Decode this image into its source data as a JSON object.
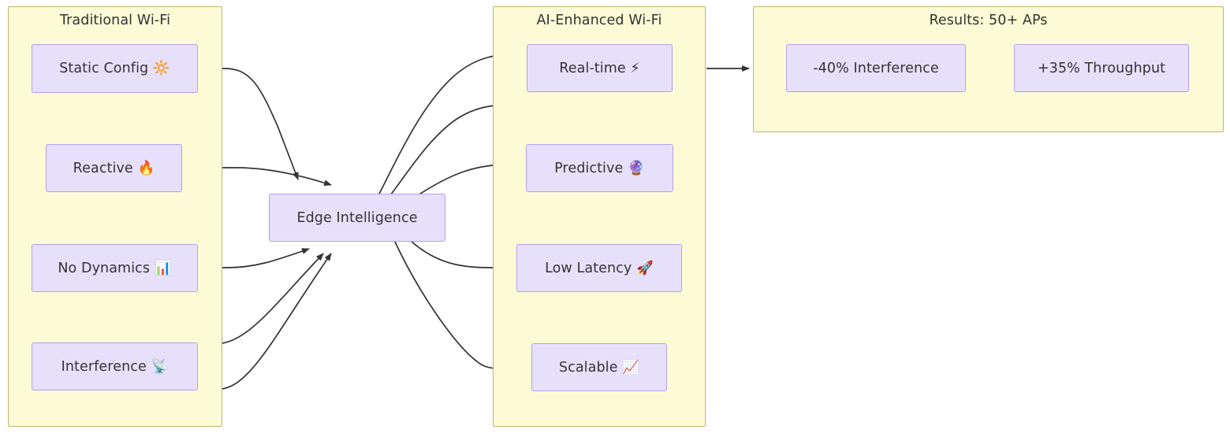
{
  "diagram": {
    "type": "flowchart",
    "background": "#ffffff",
    "cluster_fill": "#fcfbd6",
    "cluster_stroke": "#bdb76b",
    "node_fill": "#e6e0fa",
    "node_stroke": "#b3a0e6",
    "edge_stroke": "#333333",
    "text_color": "#333333"
  },
  "clusters": {
    "traditional": {
      "title": "Traditional Wi-Fi"
    },
    "ai": {
      "title": "AI-Enhanced Wi-Fi"
    },
    "results": {
      "title": "Results: 50+ APs"
    }
  },
  "nodes": {
    "static_config": {
      "label": "Static Config 🔆"
    },
    "reactive": {
      "label": "Reactive 🔥"
    },
    "no_dynamics": {
      "label": "No Dynamics 📊"
    },
    "interference": {
      "label": "Interference 📡"
    },
    "edge_intelligence": {
      "label": "Edge Intelligence"
    },
    "realtime": {
      "label": "Real-time ⚡"
    },
    "predictive": {
      "label": "Predictive 🔮"
    },
    "low_latency": {
      "label": "Low Latency 🚀"
    },
    "scalable": {
      "label": "Scalable 📈"
    },
    "interference_result": {
      "label": "-40% Interference"
    },
    "throughput_result": {
      "label": "+35% Throughput"
    }
  },
  "edges": [
    {
      "from": "static_config",
      "to": "edge_intelligence"
    },
    {
      "from": "reactive",
      "to": "edge_intelligence"
    },
    {
      "from": "no_dynamics",
      "to": "edge_intelligence"
    },
    {
      "from": "interference",
      "to": "edge_intelligence"
    },
    {
      "from": "edge_intelligence",
      "to": "realtime"
    },
    {
      "from": "edge_intelligence",
      "to": "predictive"
    },
    {
      "from": "edge_intelligence",
      "to": "low_latency"
    },
    {
      "from": "edge_intelligence",
      "to": "scalable"
    },
    {
      "from": "realtime",
      "to": "interference_result"
    }
  ]
}
